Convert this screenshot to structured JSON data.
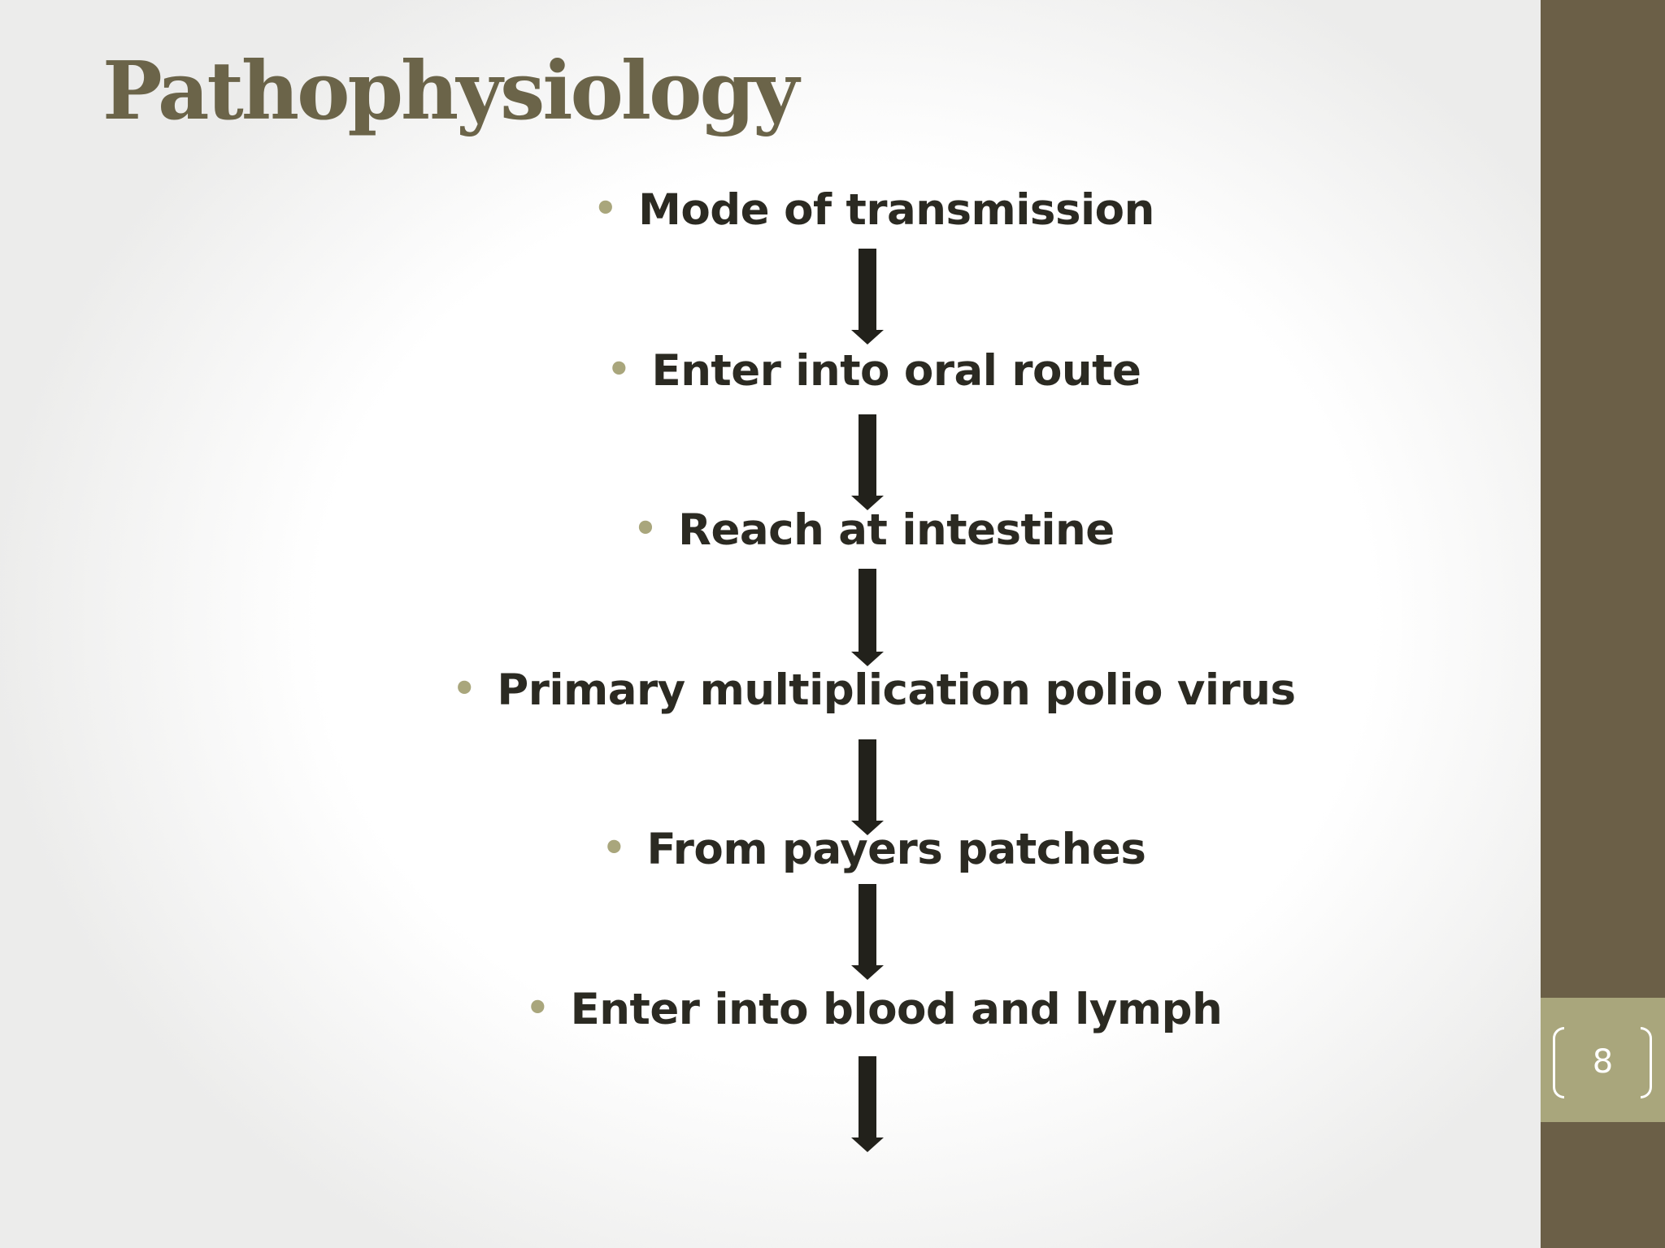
{
  "slide": {
    "title": "Pathophysiology",
    "page_number": "8"
  },
  "flow": {
    "steps": [
      "Mode of transmission",
      "Enter into oral route",
      "Reach at intestine",
      "Primary multiplication polio virus",
      "From payers patches",
      "Enter into blood and lymph"
    ]
  },
  "colors": {
    "sidebar": "#6b5f47",
    "page_box": "#a9a67c",
    "title": "#6b6449",
    "text": "#2b2a22",
    "bullet": "#a9a67c",
    "arrow": "#22211b"
  }
}
